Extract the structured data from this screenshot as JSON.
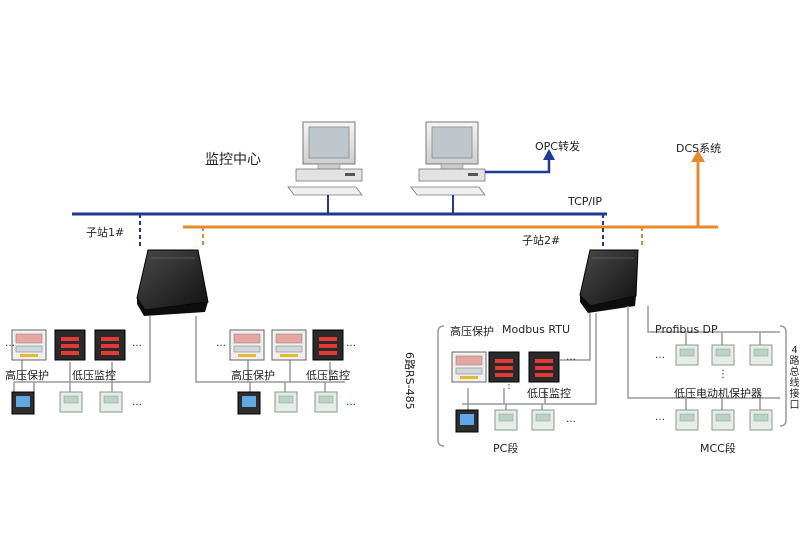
{
  "labels": {
    "monitor_center": "监控中心",
    "opc": "OPC转发",
    "dcs": "DCS系统",
    "tcpip": "TCP/IP",
    "substation1": "子站1#",
    "substation2": "子站2#",
    "hv_protect": "高压保护",
    "lv_monitor": "低压监控",
    "modbus": "Modbus RTU",
    "profibus": "Profibus DP",
    "rs485": "6路RS-485",
    "interface4": "4路总线接口",
    "lv_motor_protector": "低压电动机保护器",
    "pc_segment": "PC段",
    "mcc_segment": "MCC段",
    "ellipsis": "…",
    "vdots": "⋮"
  },
  "colors": {
    "tcp_bus": "#1f3a93",
    "profibus_bus": "#e8892b",
    "field_line": "#9a9a9a",
    "device_case": "#2a2a2a"
  }
}
